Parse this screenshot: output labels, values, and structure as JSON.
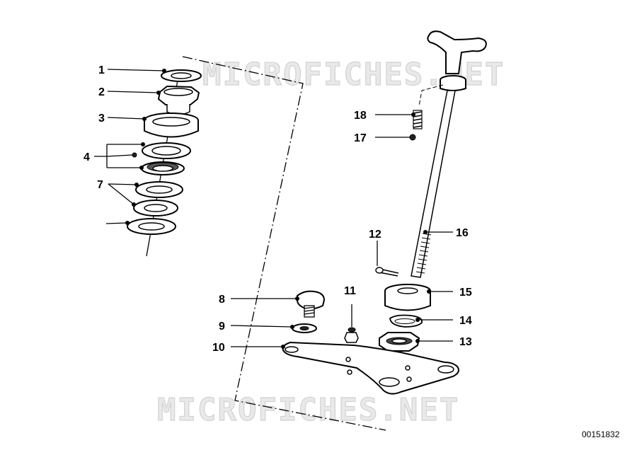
{
  "watermark": {
    "text": "MICROFICHES.NET"
  },
  "drawing_number": "00151832",
  "callouts": [
    "1",
    "2",
    "3",
    "4",
    "7",
    "8",
    "9",
    "10",
    "11",
    "12",
    "13",
    "14",
    "15",
    "16",
    "17",
    "18"
  ]
}
